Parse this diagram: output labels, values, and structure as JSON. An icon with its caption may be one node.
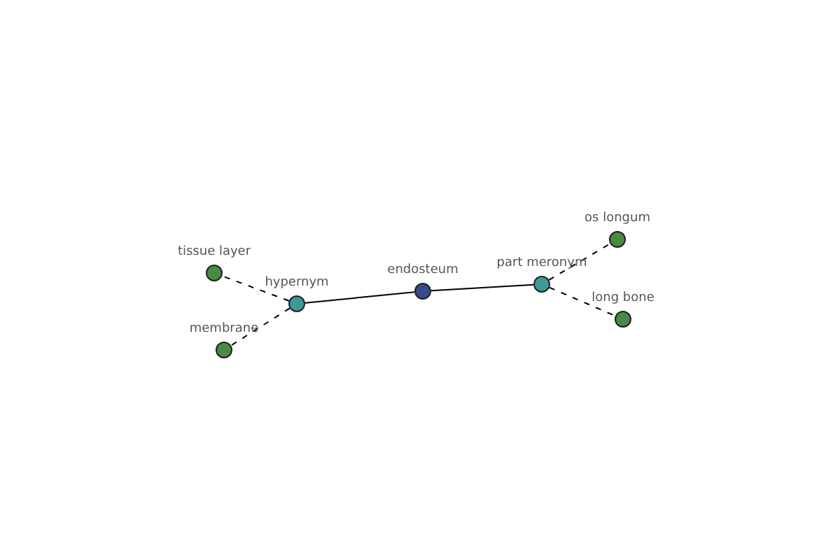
{
  "diagram": {
    "nodes": [
      {
        "text": [
          "tissue layer"
        ]
      },
      {
        "text": [
          "membrane"
        ]
      },
      {
        "text": [
          "hypernym"
        ]
      },
      {
        "text": [
          "endosteum"
        ]
      },
      {
        "text": [
          "part meronym"
        ]
      },
      {
        "text": [
          "os longum"
        ]
      },
      {
        "text": [
          "long bone"
        ]
      }
    ],
    "edges": [
      {
        "from": 2,
        "to": 0,
        "arrow": "none",
        "style": "dashed"
      },
      {
        "from": 2,
        "to": 1,
        "arrow": "none",
        "style": "dashed"
      },
      {
        "from": 3,
        "to": 2,
        "arrow": "none"
      },
      {
        "from": 3,
        "to": 4,
        "arrow": "none"
      },
      {
        "from": 4,
        "to": 5,
        "arrow": "none",
        "style": "dashed"
      },
      {
        "from": 4,
        "to": 6,
        "arrow": "none",
        "style": "dashed"
      }
    ]
  }
}
